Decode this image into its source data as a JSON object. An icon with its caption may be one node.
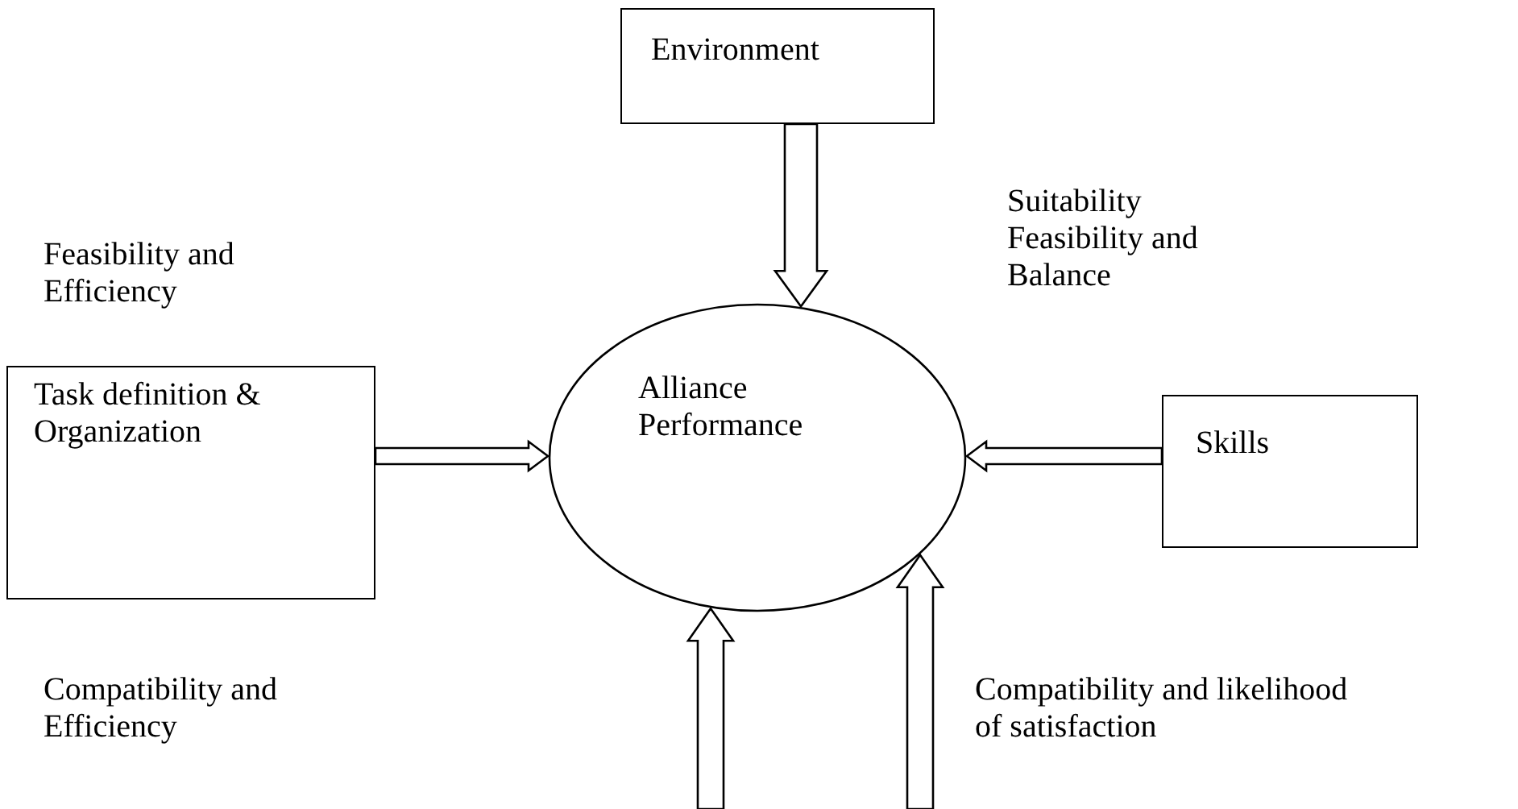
{
  "diagram": {
    "nodes": [
      {
        "text": [
          "Environment"
        ]
      },
      {
        "text": [
          "Alliance Performance"
        ]
      },
      {
        "text": [
          "Task definition & Organization"
        ]
      },
      {
        "text": [
          "Skills"
        ]
      }
    ],
    "edges": [
      {
        "from": 0,
        "to": 1,
        "arrow": "to"
      },
      {
        "from": 2,
        "to": 1,
        "arrow": "to"
      },
      {
        "from": 3,
        "to": 1,
        "arrow": "to"
      },
      {
        "from": null,
        "to": 1,
        "arrow": "to"
      },
      {
        "from": null,
        "to": 1,
        "arrow": "to"
      }
    ],
    "labels": [
      "Feasibility and Efficiency",
      "Suitability Feasibility and Balance",
      "Compatibility and Efficiency",
      "Compatibility and likelihood of satisfaction"
    ]
  }
}
